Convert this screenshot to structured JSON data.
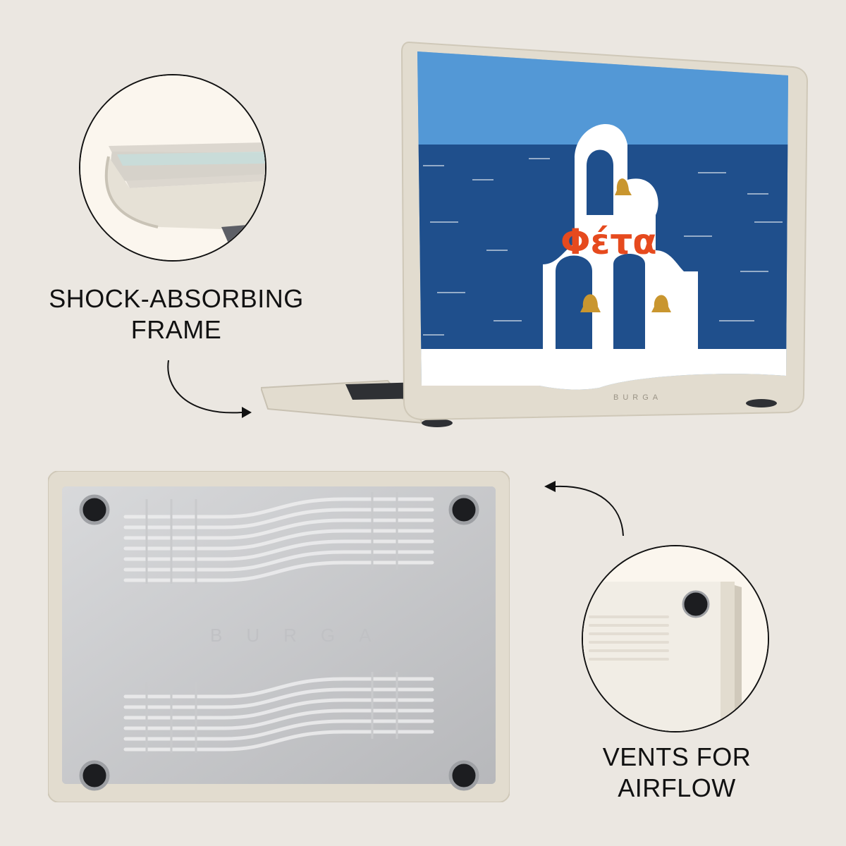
{
  "features": {
    "frame": {
      "line1": "SHOCK-ABSORBING",
      "line2": "FRAME"
    },
    "vents": {
      "line1": "VENTS FOR",
      "line2": "AIRFLOW"
    }
  },
  "laptop": {
    "artwork_title": "Φέτα",
    "brand": "BURGA"
  },
  "underside": {
    "brand": "BURGA"
  },
  "colors": {
    "background": "#ebe7e1",
    "frame": "#e2dccf",
    "sky": "#4a90d2",
    "sea": "#1f4f8c",
    "title": "#e64a1e"
  },
  "icons": [
    "arrow-curve-down-right-icon",
    "arrow-curve-up-left-icon"
  ]
}
